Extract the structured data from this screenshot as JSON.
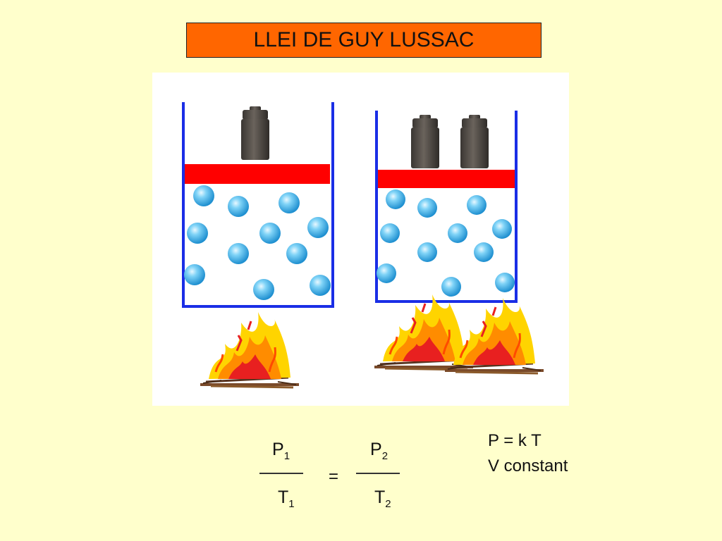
{
  "title": "LLEI DE GUY LUSSAC",
  "law": {
    "line1": "P = k T",
    "line2": "V constant"
  },
  "formula": {
    "p": "P",
    "t": "T",
    "sub1": "1",
    "sub2": "2",
    "equals": "="
  },
  "colors": {
    "background": "#FFFFCC",
    "title_fill": "#FF6600",
    "container": "#1A2EE6",
    "piston": "#FF0000",
    "weight": "#4A4540",
    "particle": "#5EC4F2"
  },
  "icons": [
    "weight-icon",
    "gas-particle-icon",
    "fire-icon"
  ]
}
